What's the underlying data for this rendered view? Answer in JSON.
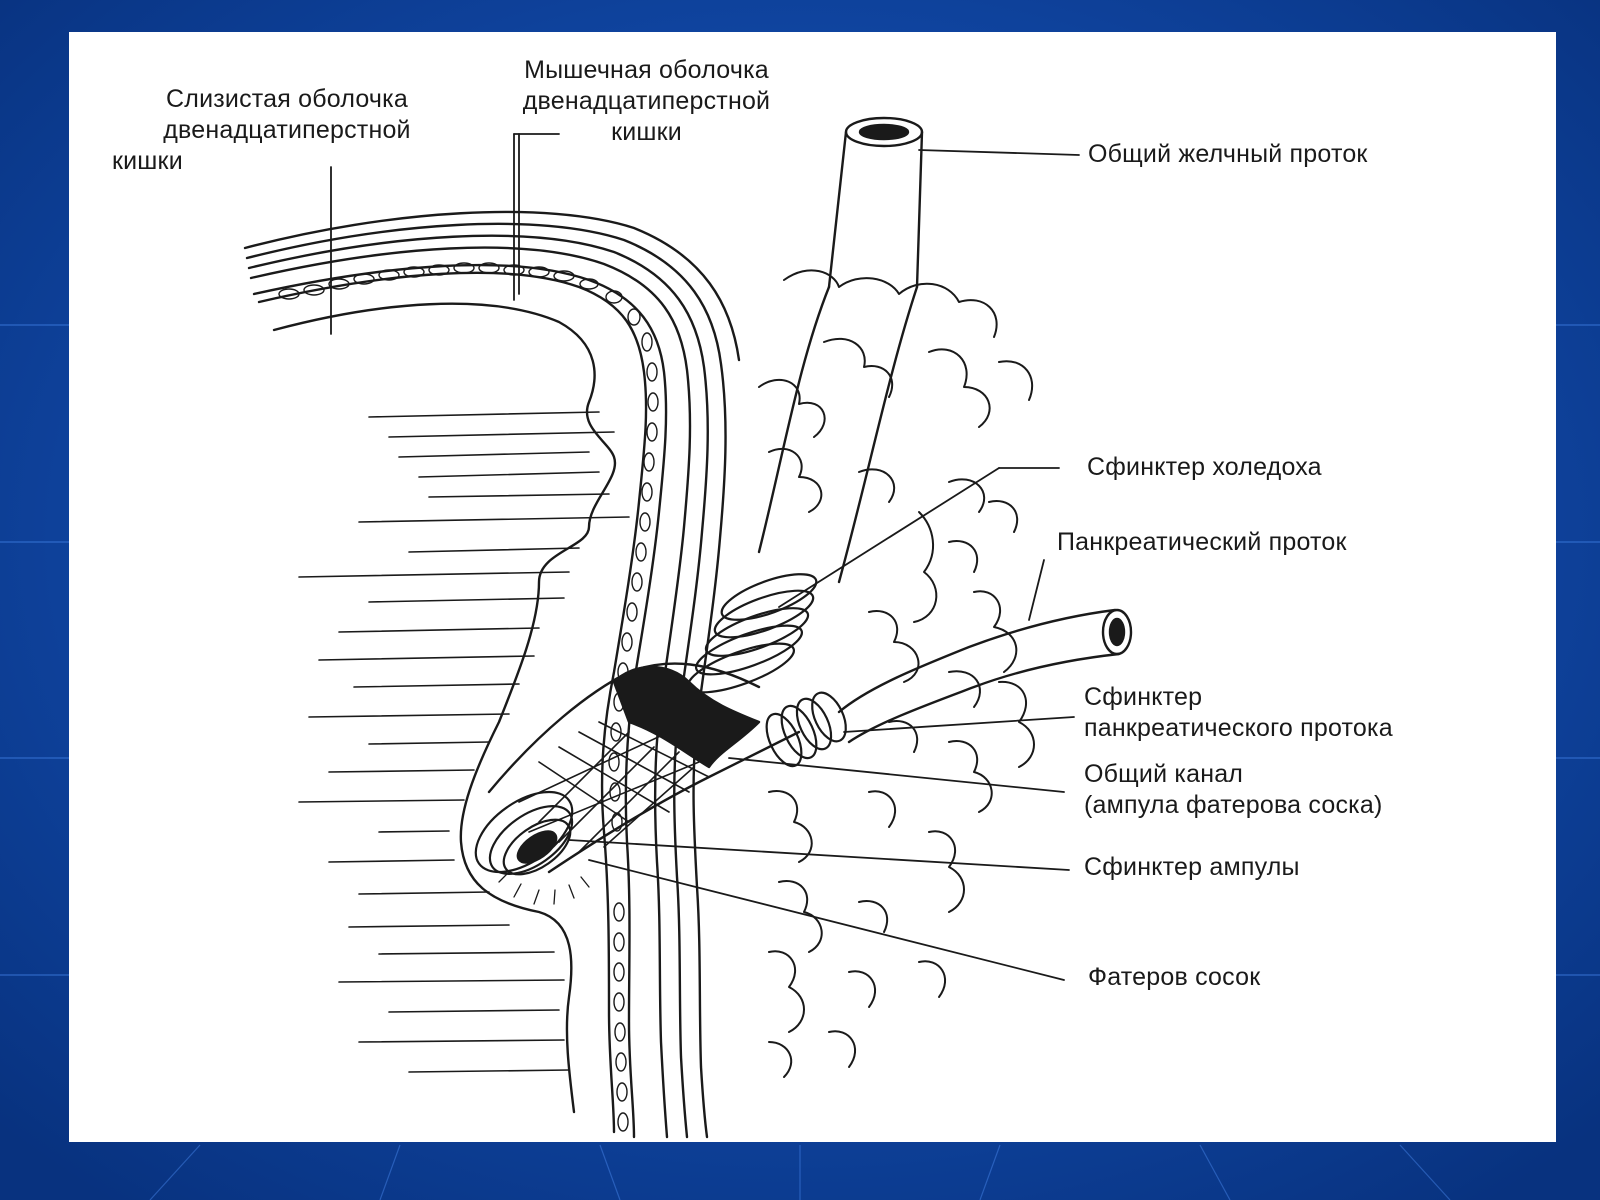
{
  "labels": {
    "mucosa": [
      "Слизистая оболочка",
      "двенадцатиперстной",
      "кишки"
    ],
    "muscularis": [
      "Мышечная оболочка",
      "двенадцатиперстной",
      "кишки"
    ],
    "common_bile_duct": "Общий желчный проток",
    "choledochal_sphincter": "Сфинктер холедоха",
    "pancreatic_duct": "Панкреатический проток",
    "pancreatic_sphincter": [
      "Сфинктер",
      "панкреатического протока"
    ],
    "common_channel": [
      "Общий канал",
      "(ампула фатерова соска)"
    ],
    "ampulla_sphincter": "Сфинктер ампулы",
    "papilla": "Фатеров сосок"
  },
  "colors": {
    "background": "#0b3f9e",
    "panel": "#ffffff",
    "ink": "#1a1a1a"
  }
}
